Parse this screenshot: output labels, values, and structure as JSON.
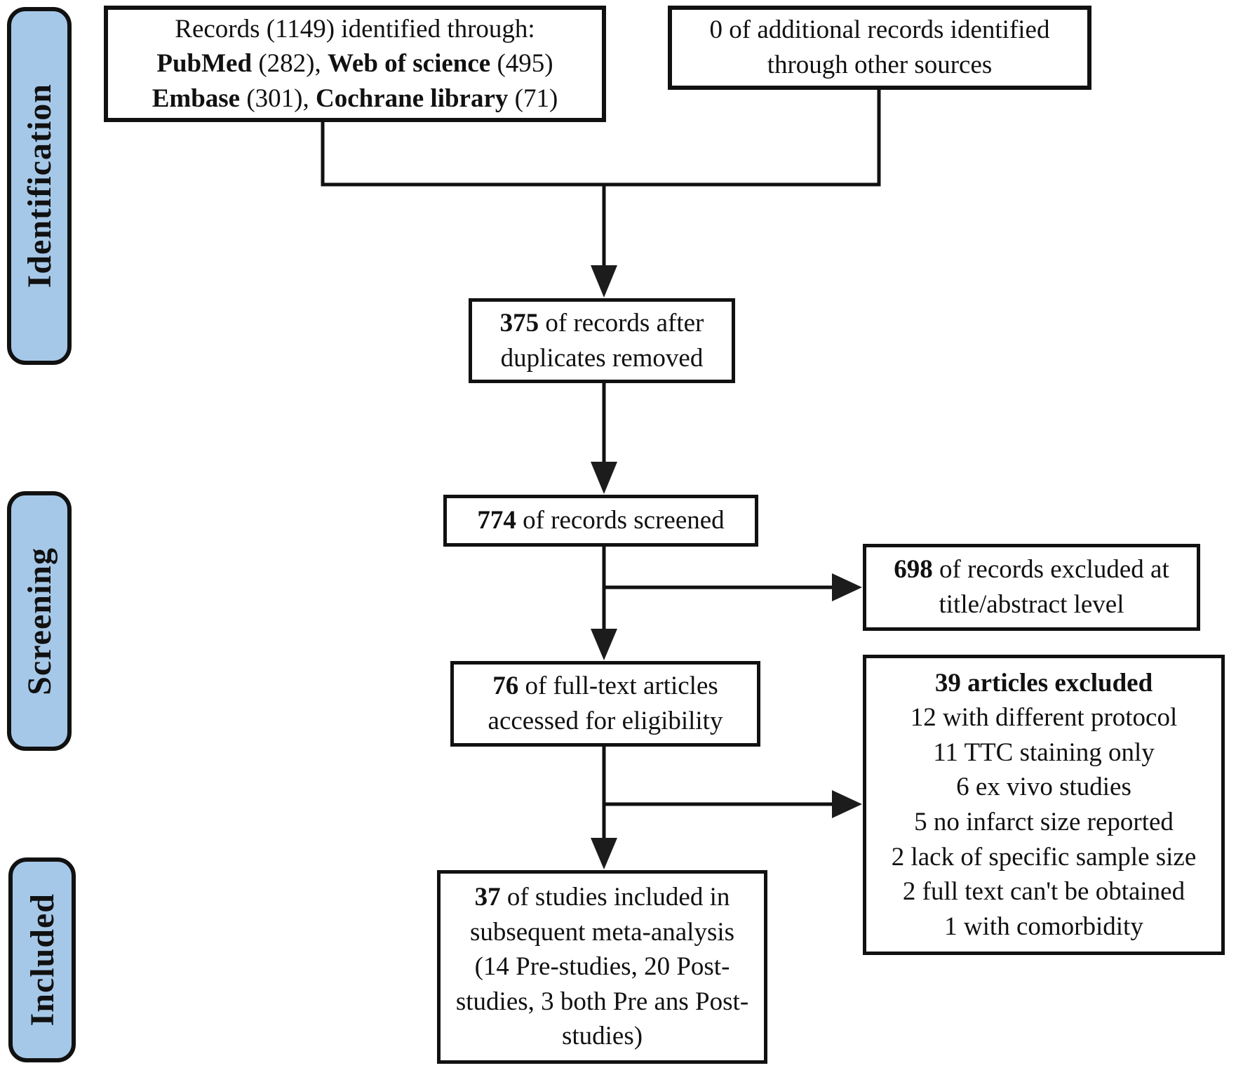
{
  "figure": {
    "type": "prisma-flow-diagram",
    "stages": [
      "Identification",
      "Screening",
      "Included"
    ]
  },
  "stage_labels": {
    "identification": "Identification",
    "screening": "Screening",
    "included": "Included"
  },
  "boxes": {
    "records_identified": {
      "line1": "Records (1149) identified through:",
      "line2": {
        "bold1": "PubMed",
        "reg1": " (282), ",
        "bold2": "Web of science",
        "reg2": " (495)"
      },
      "line3": {
        "bold1": "Embase",
        "reg1": " (301), ",
        "bold2": "Cochrane library",
        "reg2": " (71)"
      }
    },
    "other_sources": {
      "text": "0 of additional records identified through other sources"
    },
    "duplicates_removed": {
      "num": "375",
      "rest": " of records after duplicates removed"
    },
    "records_screened": {
      "num": "774",
      "rest": " of records screened"
    },
    "excluded_title_abstract": {
      "num": "698",
      "rest": " of records excluded at title/abstract level"
    },
    "fulltext_assessed": {
      "num": "76",
      "rest": " of full-text articles accessed for eligibility"
    },
    "articles_excluded": {
      "title": "39 articles excluded",
      "items": [
        "12 with different protocol",
        "11 TTC staining only",
        "6 ex vivo studies",
        "5 no infarct size reported",
        "2 lack of specific sample size",
        "2 full text can't be obtained",
        "1 with comorbidity"
      ]
    },
    "studies_included": {
      "num": "37",
      "rest": " of studies included in subsequent meta-analysis (14 Pre-studies, 20 Post-studies, 3 both Pre ans Post-studies)"
    }
  },
  "colors": {
    "stage_fill": "#a6c8e8",
    "border": "#111111",
    "background": "#ffffff"
  }
}
